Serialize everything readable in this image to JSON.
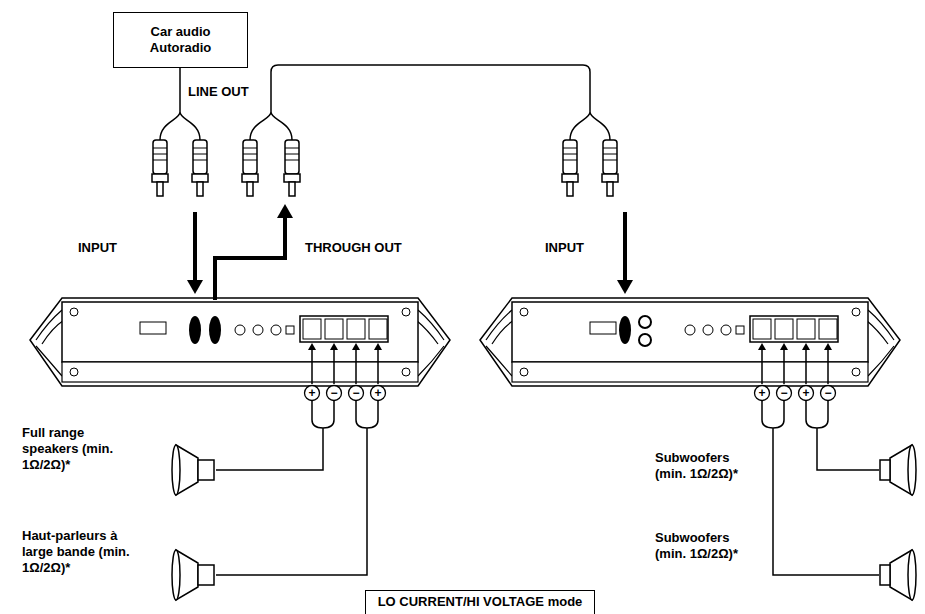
{
  "diagram": {
    "nodes": [
      {
        "text": [
          "Car audio",
          "Autoradio"
        ]
      },
      {
        "text": [
          "LO CURRENT/HI VOLTAGE mode"
        ]
      }
    ],
    "labels": [
      "LINE OUT",
      "INPUT",
      "THROUGH OUT",
      "INPUT",
      "+",
      "−",
      "−",
      "+",
      "+",
      "−",
      "+",
      "−",
      "Full range speakers (min. 1Ω/2Ω)*",
      "Haut-parleurs à large bande (min. 1Ω/2Ω)*",
      "Subwoofers (min. 1Ω/2Ω)*",
      "Subwoofers (min. 1Ω/2Ω)*"
    ]
  }
}
